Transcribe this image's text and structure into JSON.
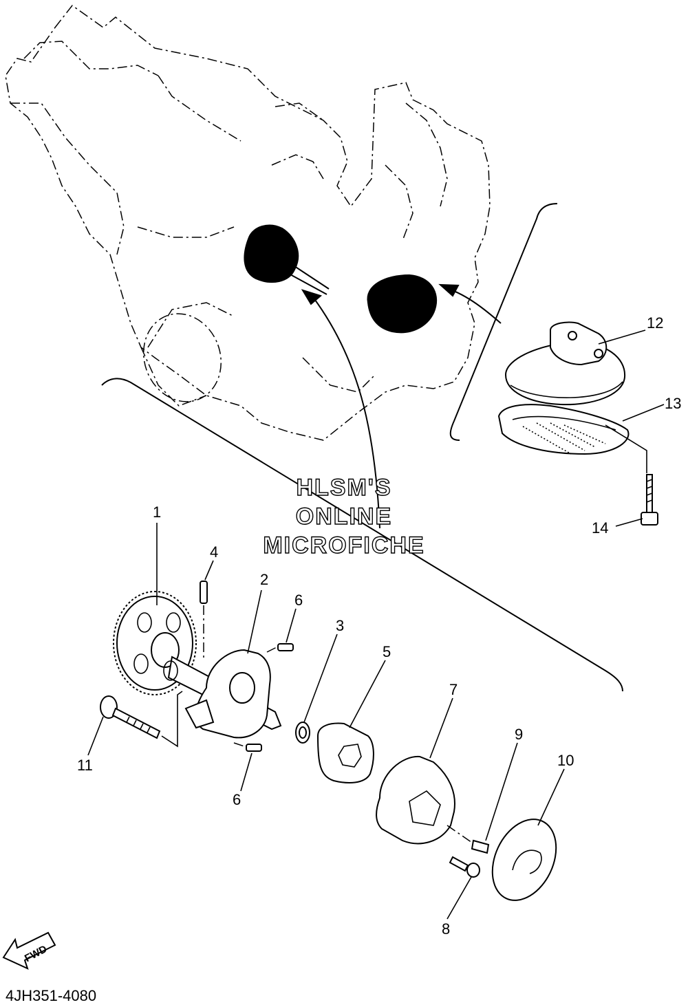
{
  "watermark": {
    "line1": "HLSM'S",
    "line2": "ONLINE",
    "line3": "MICROFICHE"
  },
  "callouts": {
    "n1": "1",
    "n2": "2",
    "n3": "3",
    "n4": "4",
    "n5": "5",
    "n6a": "6",
    "n6b": "6",
    "n7": "7",
    "n8": "8",
    "n9": "9",
    "n10": "10",
    "n11": "11",
    "n12": "12",
    "n13": "13",
    "n14": "14"
  },
  "fwd_label": "FWD",
  "diagram_code": "4JH351-4080"
}
